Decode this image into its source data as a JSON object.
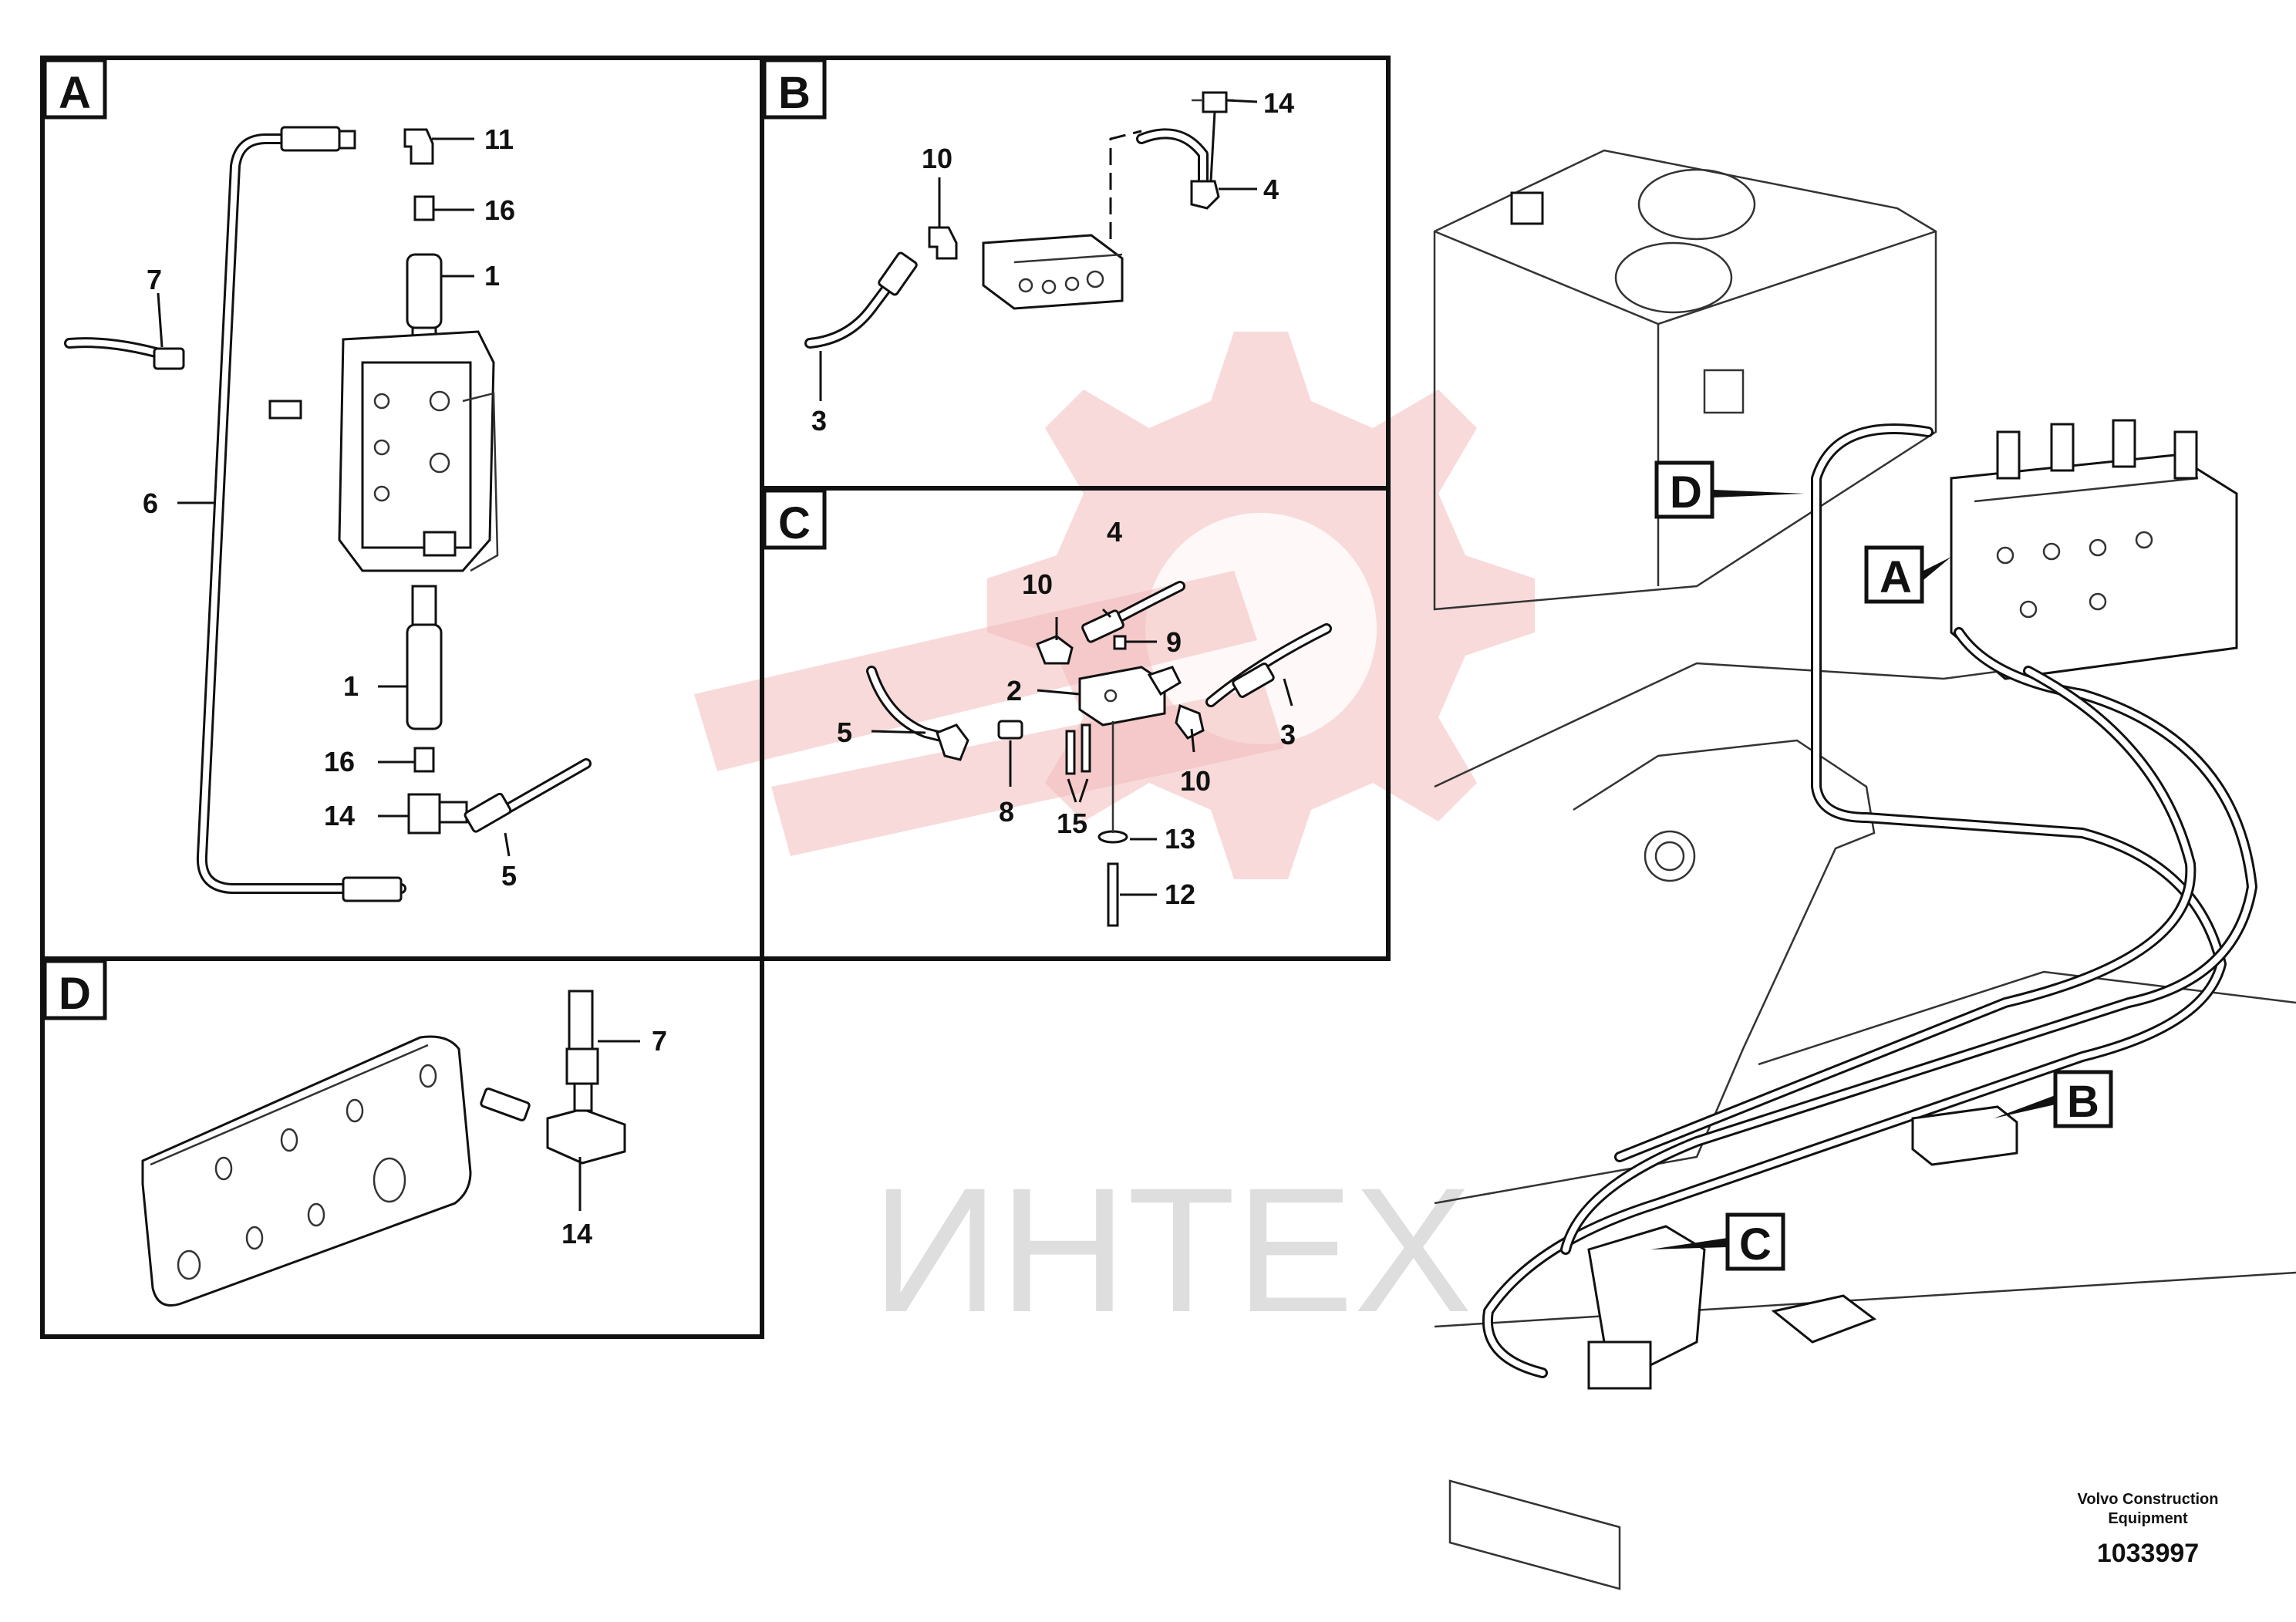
{
  "panels": {
    "A": {
      "label": "A",
      "callouts": [
        "11",
        "16",
        "1",
        "7",
        "6",
        "1",
        "16",
        "14",
        "5"
      ]
    },
    "B": {
      "label": "B",
      "callouts": [
        "14",
        "10",
        "4",
        "3"
      ]
    },
    "C": {
      "label": "C",
      "callouts": [
        "4",
        "10",
        "9",
        "2",
        "5",
        "3",
        "10",
        "8",
        "15",
        "13",
        "12"
      ]
    },
    "D": {
      "label": "D",
      "callouts": [
        "7",
        "14"
      ]
    }
  },
  "overview": {
    "markers": [
      "D",
      "A",
      "B",
      "C"
    ]
  },
  "watermark": {
    "text": "ИНТЕХ"
  },
  "footer": {
    "credit_line1": "Volvo Construction",
    "credit_line2": "Equipment",
    "doc_id": "1033997"
  },
  "colors": {
    "line": "#111111",
    "watermark": "#f2bcbc"
  }
}
